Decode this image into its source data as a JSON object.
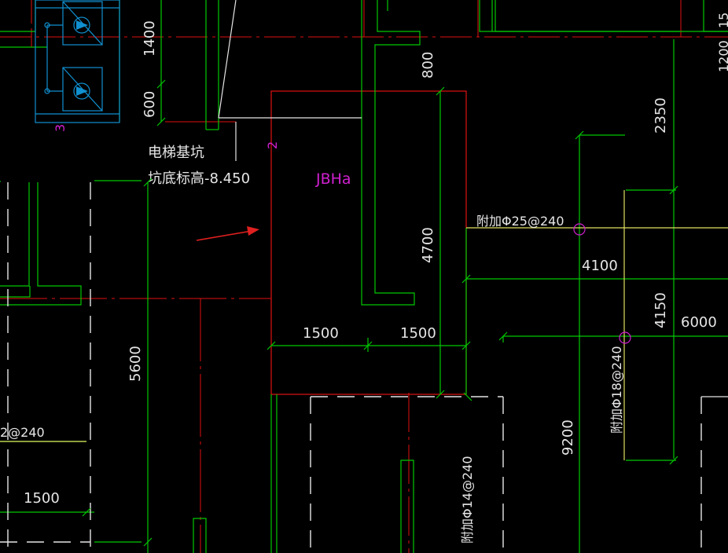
{
  "colors": {
    "background": "#000000",
    "wall_green": "#00c800",
    "grid_red": "#e01010",
    "dimension_white": "#e6e6e6",
    "annotation_magenta": "#d020d0",
    "rebar_yellow": "#e0e060",
    "equipment_cyan": "#1090d0",
    "arrow_red": "#e02020"
  },
  "labels": {
    "pit_title": "电梯基坑",
    "pit_elevation": "坑底标高-8.450",
    "foundation_tag": "JBHa",
    "rebar_25": "附加Φ25@240",
    "rebar_18": "附加Φ18@240",
    "rebar_14": "附加Φ14@240",
    "rebar_left": "2@240",
    "section_mark_3": "3",
    "section_mark_2": "2"
  },
  "dimensions": {
    "d1400": "1400",
    "d600": "600",
    "d800": "800",
    "d4700": "4700",
    "d1500a": "1500",
    "d1500b": "1500",
    "d1500c": "1500",
    "d5600": "5600",
    "d2350": "2350",
    "d4100": "4100",
    "d4150": "4150",
    "d6000": "6000",
    "d9200": "9200",
    "d1200": "1200",
    "d15": "15"
  },
  "icons": {
    "pump_1": "pump-icon",
    "pump_2": "pump-icon",
    "pointer_arrow": "red-arrow-icon"
  }
}
